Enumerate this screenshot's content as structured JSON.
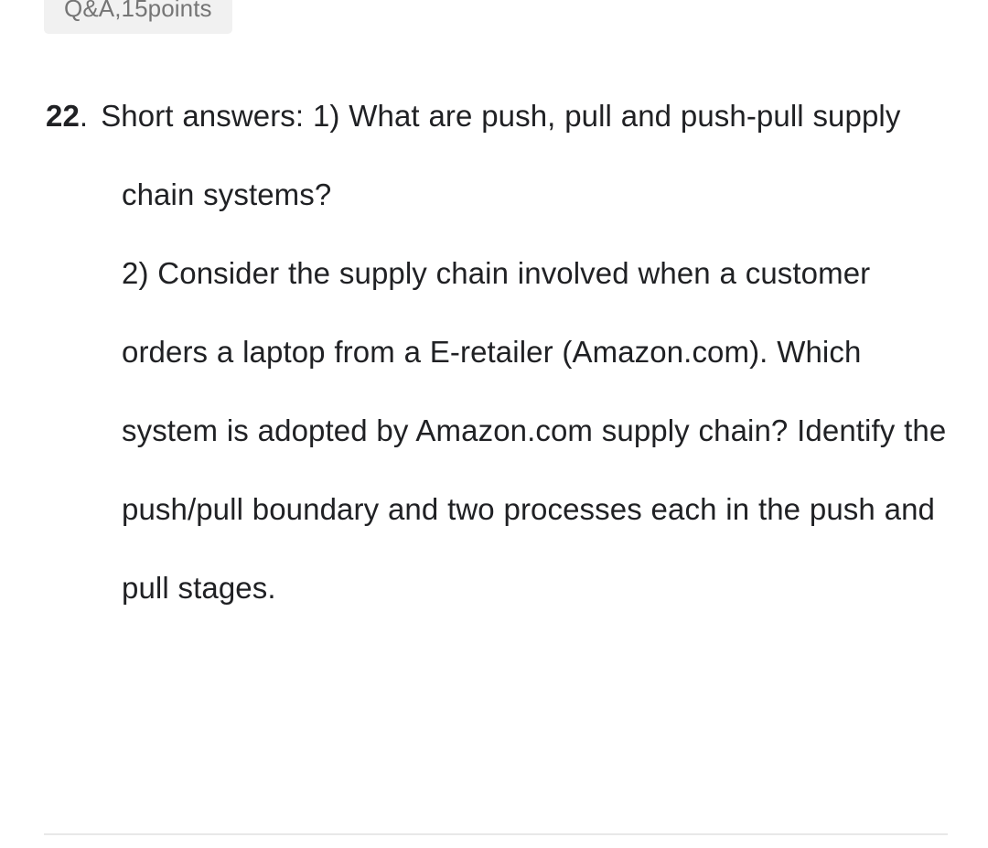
{
  "badge": {
    "label": "Q&A,15points",
    "background_color": "#f1f1f1",
    "text_color": "#757575"
  },
  "question": {
    "number": "22",
    "number_separator": ".",
    "part_1": "Short answers: 1) What are push, pull and push-pull supply chain systems?",
    "part_2": "2) Consider the supply chain involved when a customer orders a laptop from a E-retailer (Amazon.com). Which system is adopted by Amazon.com supply chain? Identify the push/pull boundary and two processes each in the push and pull stages.",
    "text_color": "#202124",
    "rendered_lines": [
      "22. Short answers: 1) What are push, pull and",
      "push-pull supply chain systems?",
      "2) Consider the supply chain involved",
      "when a customer orders a laptop from a",
      "E-retailer (Amazon.com). Which system is",
      "adopted by Amazon.com supply chain?",
      "Identify the push/pull boundary and two",
      "processes each in the push and pull",
      "stages."
    ]
  },
  "divider": {
    "color": "#e8e8e8"
  }
}
